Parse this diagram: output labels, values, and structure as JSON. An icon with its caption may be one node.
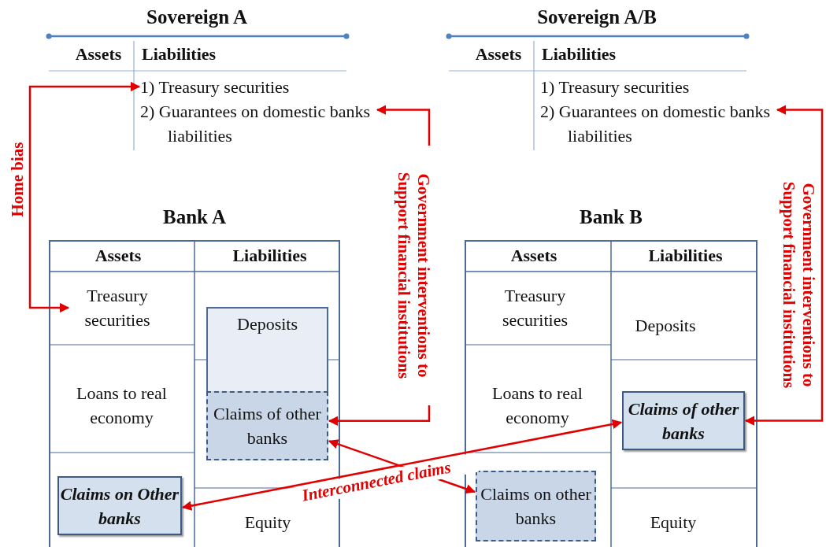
{
  "diagram": {
    "nodes": [
      {
        "text": [
          "Sovereign A"
        ]
      },
      {
        "text": [
          "1) Treasury securities"
        ],
        "in": 0
      },
      {
        "text": [
          "2) Guarantees on domestic banks liabilities"
        ],
        "in": 0
      },
      {
        "text": [
          "Sovereign A/B"
        ]
      },
      {
        "text": [
          "1) Treasury securities"
        ],
        "in": 3
      },
      {
        "text": [
          "2) Guarantees on domestic banks liabilities"
        ],
        "in": 3
      },
      {
        "text": [
          "Bank A"
        ]
      },
      {
        "text": [
          "Treasury securities"
        ],
        "in": 6
      },
      {
        "text": [
          "Loans to real economy"
        ],
        "in": 6
      },
      {
        "text": [
          "Claims on Other banks"
        ],
        "in": 6
      },
      {
        "text": [
          "Deposits"
        ],
        "in": 6
      },
      {
        "text": [
          "Claims of other banks"
        ],
        "in": 6
      },
      {
        "text": [
          "Equity"
        ],
        "in": 6
      },
      {
        "text": [
          "Bank B"
        ]
      },
      {
        "text": [
          "Treasury securities"
        ],
        "in": 13
      },
      {
        "text": [
          "Loans to real economy"
        ],
        "in": 13
      },
      {
        "text": [
          "Claims on other banks"
        ],
        "in": 13
      },
      {
        "text": [
          "Deposits"
        ],
        "in": 13
      },
      {
        "text": [
          "Claims of other banks"
        ],
        "in": 13
      },
      {
        "text": [
          "Equity"
        ],
        "in": 13
      }
    ],
    "edges": [
      {
        "from": 7,
        "to": 1,
        "arrow": "both",
        "label": "Home bias"
      },
      {
        "from": 11,
        "to": 2,
        "arrow": "both",
        "label": "Government interventions to Support financial institutions"
      },
      {
        "from": 18,
        "to": 5,
        "arrow": "both",
        "label": "Government interventions to Support financial institutions"
      },
      {
        "from": 18,
        "to": 9,
        "arrow": "both",
        "label": "Interconnected claims"
      },
      {
        "from": 11,
        "to": 16,
        "arrow": "both"
      }
    ],
    "labels": [
      "Assets",
      "Liabilities",
      "Assets",
      "Liabilities",
      "Assets",
      "Liabilities",
      "Assets",
      "Liabilities"
    ]
  }
}
